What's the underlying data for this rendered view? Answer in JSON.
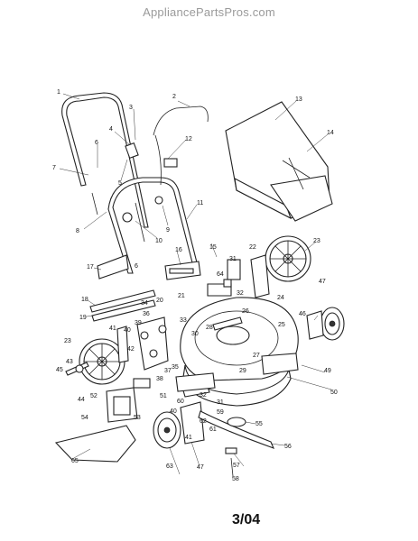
{
  "header": {
    "site": "AppliancePartsPros.com"
  },
  "footer": {
    "page_code": "3/04"
  },
  "callouts": [
    {
      "id": "1",
      "text": "1"
    },
    {
      "id": "2",
      "text": "2"
    },
    {
      "id": "3",
      "text": "3"
    },
    {
      "id": "4",
      "text": "4"
    },
    {
      "id": "5",
      "text": "5"
    },
    {
      "id": "6a",
      "text": "6"
    },
    {
      "id": "6b",
      "text": "6"
    },
    {
      "id": "7",
      "text": "7"
    },
    {
      "id": "8",
      "text": "8"
    },
    {
      "id": "9",
      "text": "9"
    },
    {
      "id": "10",
      "text": "10"
    },
    {
      "id": "11",
      "text": "11"
    },
    {
      "id": "12",
      "text": "12"
    },
    {
      "id": "13",
      "text": "13"
    },
    {
      "id": "14",
      "text": "14"
    },
    {
      "id": "15",
      "text": "15"
    },
    {
      "id": "16",
      "text": "16"
    },
    {
      "id": "17",
      "text": "17"
    },
    {
      "id": "18",
      "text": "18"
    },
    {
      "id": "19",
      "text": "19"
    },
    {
      "id": "20",
      "text": "20"
    },
    {
      "id": "21",
      "text": "21"
    },
    {
      "id": "22",
      "text": "22"
    },
    {
      "id": "23a",
      "text": "23"
    },
    {
      "id": "23b",
      "text": "23"
    },
    {
      "id": "24",
      "text": "24"
    },
    {
      "id": "25",
      "text": "25"
    },
    {
      "id": "26",
      "text": "26"
    },
    {
      "id": "27",
      "text": "27"
    },
    {
      "id": "28",
      "text": "28"
    },
    {
      "id": "29",
      "text": "29"
    },
    {
      "id": "30",
      "text": "30"
    },
    {
      "id": "31a",
      "text": "31"
    },
    {
      "id": "31b",
      "text": "31"
    },
    {
      "id": "32a",
      "text": "32"
    },
    {
      "id": "32b",
      "text": "32"
    },
    {
      "id": "33",
      "text": "33"
    },
    {
      "id": "34",
      "text": "34"
    },
    {
      "id": "35",
      "text": "35"
    },
    {
      "id": "36",
      "text": "36"
    },
    {
      "id": "37",
      "text": "37"
    },
    {
      "id": "38",
      "text": "38"
    },
    {
      "id": "39",
      "text": "39"
    },
    {
      "id": "40a",
      "text": "40"
    },
    {
      "id": "40b",
      "text": "40"
    },
    {
      "id": "41a",
      "text": "41"
    },
    {
      "id": "41b",
      "text": "41"
    },
    {
      "id": "42",
      "text": "42"
    },
    {
      "id": "43",
      "text": "43"
    },
    {
      "id": "44",
      "text": "44"
    },
    {
      "id": "45",
      "text": "45"
    },
    {
      "id": "46",
      "text": "46"
    },
    {
      "id": "47a",
      "text": "47"
    },
    {
      "id": "47b",
      "text": "47"
    },
    {
      "id": "49",
      "text": "49"
    },
    {
      "id": "50",
      "text": "50"
    },
    {
      "id": "51",
      "text": "51"
    },
    {
      "id": "52",
      "text": "52"
    },
    {
      "id": "53",
      "text": "53"
    },
    {
      "id": "54",
      "text": "54"
    },
    {
      "id": "55",
      "text": "55"
    },
    {
      "id": "56",
      "text": "56"
    },
    {
      "id": "57",
      "text": "57"
    },
    {
      "id": "58",
      "text": "58"
    },
    {
      "id": "59",
      "text": "59"
    },
    {
      "id": "60",
      "text": "60"
    },
    {
      "id": "61",
      "text": "61"
    },
    {
      "id": "62",
      "text": "62"
    },
    {
      "id": "63",
      "text": "63"
    },
    {
      "id": "64",
      "text": "64"
    },
    {
      "id": "65",
      "text": "65"
    }
  ]
}
